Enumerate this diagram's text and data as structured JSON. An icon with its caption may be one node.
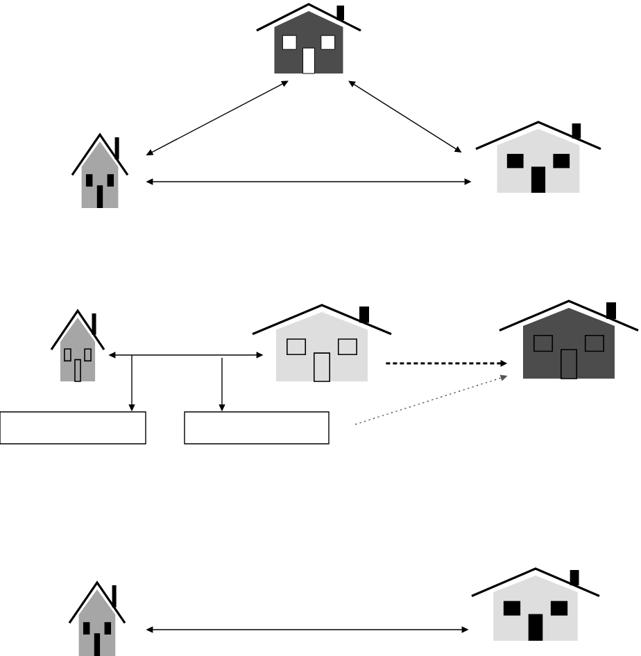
{
  "diagram": {
    "nodes": [
      {
        "text": [],
        "shape": "house"
      },
      {
        "text": [],
        "shape": "house"
      },
      {
        "text": [],
        "shape": "house"
      },
      {
        "text": [],
        "shape": "house"
      },
      {
        "text": [],
        "shape": "house"
      },
      {
        "text": [],
        "shape": "house"
      },
      {
        "text": [],
        "shape": "box"
      },
      {
        "text": [],
        "shape": "box"
      },
      {
        "text": [],
        "shape": "house"
      },
      {
        "text": [],
        "shape": "house"
      }
    ],
    "edges": [
      {
        "from": 0,
        "to": 1,
        "arrow": "both"
      },
      {
        "from": 0,
        "to": 2,
        "arrow": "both"
      },
      {
        "from": 1,
        "to": 2,
        "arrow": "both"
      },
      {
        "from": 3,
        "to": 4,
        "arrow": "both"
      },
      {
        "from": null,
        "to": 6,
        "arrow": "to"
      },
      {
        "from": null,
        "to": 7,
        "arrow": "to"
      },
      {
        "from": 4,
        "to": 5,
        "arrow": "to",
        "style": "dashed"
      },
      {
        "from": null,
        "to": 5,
        "arrow": "to",
        "style": "dashed",
        "color": "#555555"
      },
      {
        "from": 8,
        "to": 9,
        "arrow": "both"
      }
    ]
  }
}
